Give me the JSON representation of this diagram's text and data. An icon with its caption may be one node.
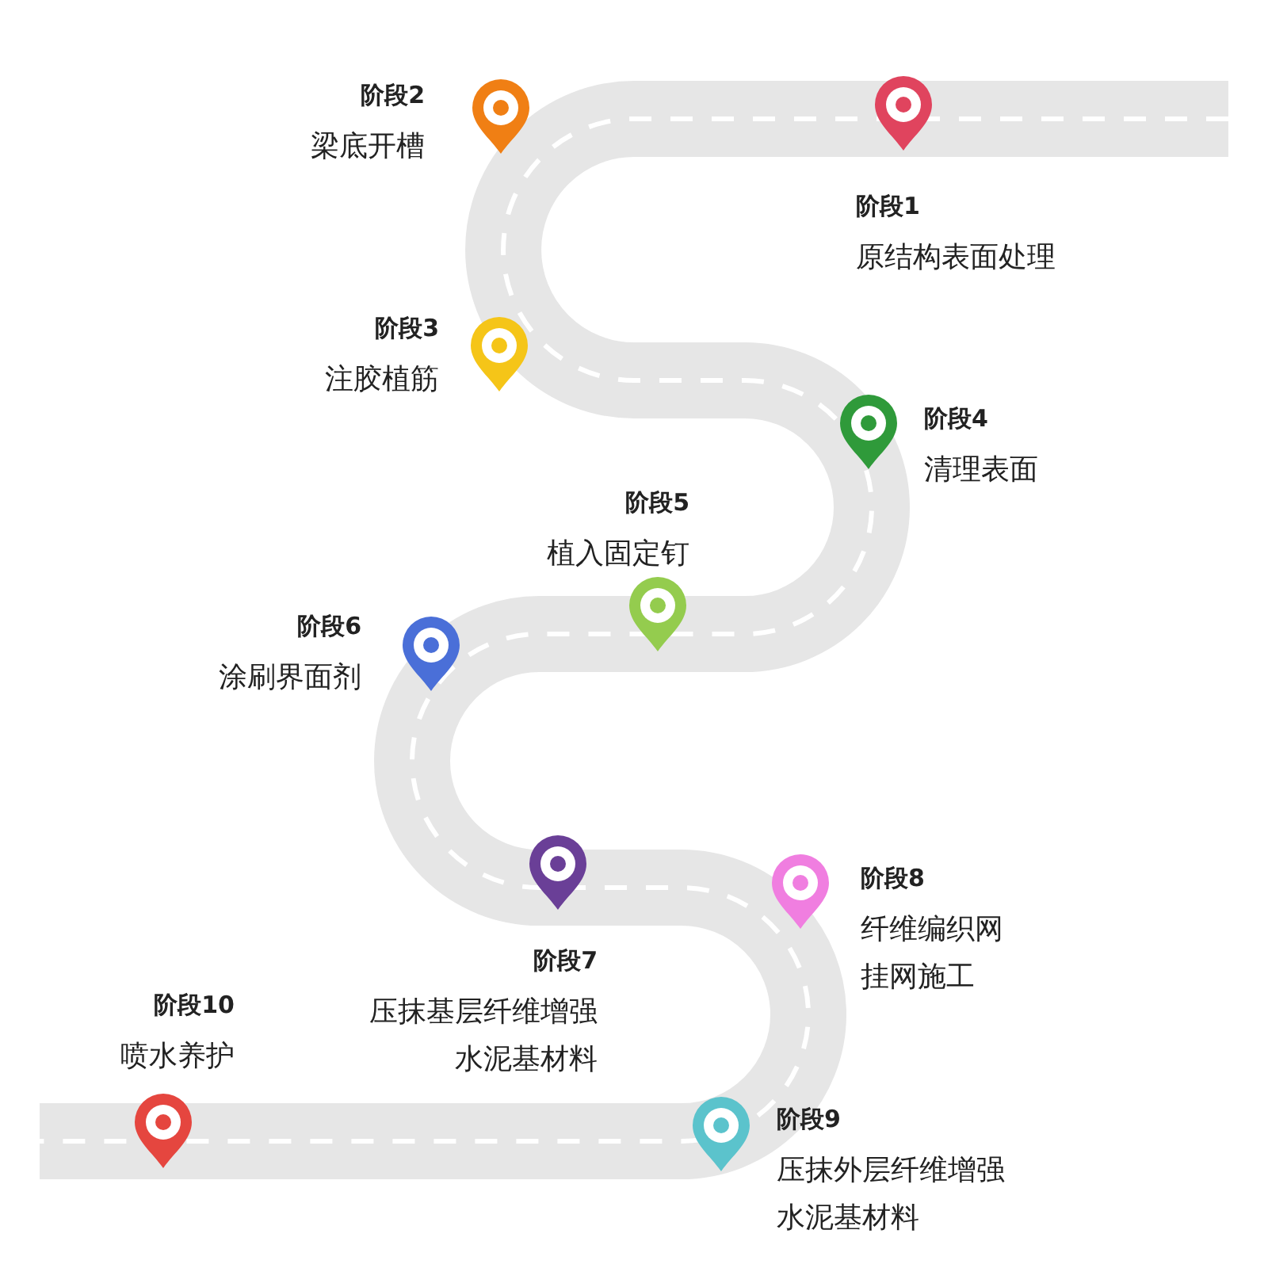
{
  "diagram": {
    "nodes": [
      {
        "text": [
          "阶段1",
          "原结构表面处理"
        ]
      },
      {
        "text": [
          "阶段2",
          "梁底开槽"
        ]
      },
      {
        "text": [
          "阶段3",
          "注胶植筋"
        ]
      },
      {
        "text": [
          "阶段4",
          "清理表面"
        ]
      },
      {
        "text": [
          "阶段5",
          "植入固定钉"
        ]
      },
      {
        "text": [
          "阶段6",
          "涂刷界面剂"
        ]
      },
      {
        "text": [
          "阶段7",
          "压抹基层纤维增强水泥基材料"
        ]
      },
      {
        "text": [
          "阶段8",
          "纤维编织网挂网施工"
        ]
      },
      {
        "text": [
          "阶段9",
          "压抹外层纤维增强水泥基材料"
        ]
      },
      {
        "text": [
          "阶段10",
          "喷水养护"
        ]
      }
    ]
  }
}
